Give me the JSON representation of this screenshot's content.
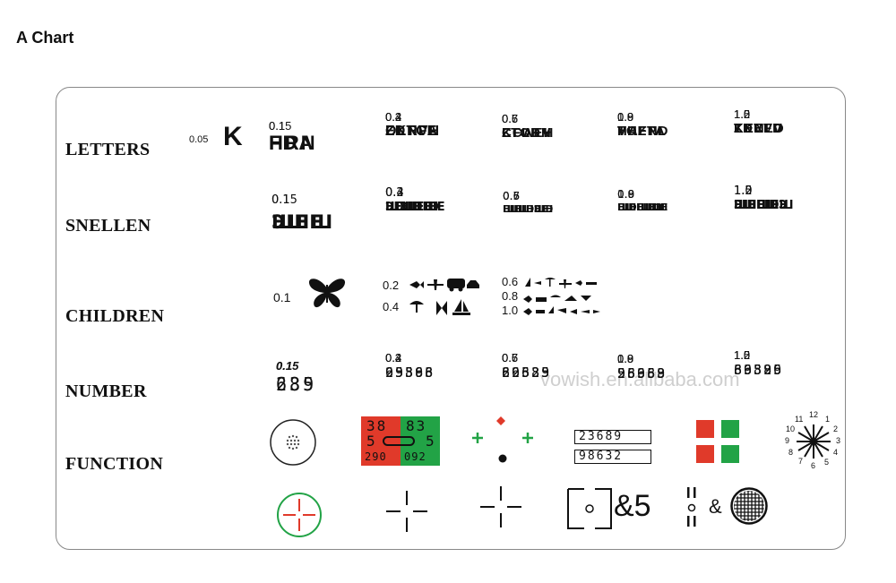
{
  "page_heading": "A Chart",
  "rows": {
    "letters": "LETTERS",
    "snellen": "SNELLEN",
    "children": "CHILDREN",
    "number": "NUMBER",
    "function": "FUNCTION"
  },
  "letters": {
    "k_acuity": "0.05",
    "k_optotype": "K",
    "groups": [
      {
        "lines": [
          {
            "acuity": "0.1",
            "optotypes": "HRN"
          },
          {
            "acuity": "0.15",
            "optotypes": "FDA"
          }
        ]
      },
      {
        "lines": [
          {
            "acuity": "0.2",
            "optotypes": "ZDTCE"
          },
          {
            "acuity": "0.3",
            "optotypes": "EKNVH"
          },
          {
            "acuity": "0.4",
            "optotypes": "OLRFA"
          }
        ]
      },
      {
        "lines": [
          {
            "acuity": "0.5",
            "optotypes": "KCAEH"
          },
          {
            "acuity": "0.6",
            "optotypes": "ZTOKV"
          },
          {
            "acuity": "0.7",
            "optotypes": "CFLDN"
          }
        ]
      },
      {
        "lines": [
          {
            "acuity": "0.8",
            "optotypes": "TOEPL"
          },
          {
            "acuity": "0.9",
            "optotypes": "VHZTA"
          },
          {
            "acuity": "1.0",
            "optotypes": "HAFND"
          }
        ]
      },
      {
        "lines": [
          {
            "acuity": "1.0",
            "optotypes": "KENLV"
          },
          {
            "acuity": "1.2",
            "optotypes": "TDEVO"
          },
          {
            "acuity": "1.5",
            "optotypes": "ZKVFD"
          }
        ]
      }
    ]
  },
  "snellen": {
    "groups": [
      {
        "lines": [
          {
            "acuity": "0.1",
            "optotypes": "ШЕШ"
          },
          {
            "acuity": "0.15",
            "optotypes": "ЭШЕ"
          }
        ]
      },
      {
        "lines": [
          {
            "acuity": "0.2",
            "optotypes": "ШЭШШЕ"
          },
          {
            "acuity": "0.3",
            "optotypes": "ЭЕШЕШ"
          },
          {
            "acuity": "0.4",
            "optotypes": "ШШЭЕЭ"
          }
        ]
      },
      {
        "lines": [
          {
            "acuity": "0.5",
            "optotypes": "ЕШШШЭ"
          },
          {
            "acuity": "0.6",
            "optotypes": "ШЕШЭЕ"
          },
          {
            "acuity": "0.7",
            "optotypes": "ШШЭЕШ"
          }
        ]
      },
      {
        "lines": [
          {
            "acuity": "0.8",
            "optotypes": "ШЭШШЕ"
          },
          {
            "acuity": "0.9",
            "optotypes": "ЕШЕШЭ"
          },
          {
            "acuity": "1.0",
            "optotypes": "ШЕШЭШ"
          }
        ]
      },
      {
        "lines": [
          {
            "acuity": "1.0",
            "optotypes": "ЭШШЕШ"
          },
          {
            "acuity": "1.2",
            "optotypes": "ЕШЕШЭ"
          },
          {
            "acuity": "1.5",
            "optotypes": "ШЕШЭЭ"
          }
        ]
      }
    ]
  },
  "children": {
    "groups": [
      {
        "lines": [
          {
            "acuity": "0.1"
          }
        ]
      },
      {
        "lines": [
          {
            "acuity": "0.2"
          },
          {
            "acuity": "0.4"
          }
        ]
      },
      {
        "lines": [
          {
            "acuity": "0.6"
          },
          {
            "acuity": "0.8"
          },
          {
            "acuity": "1.0"
          }
        ]
      }
    ],
    "watermark": "vowish.en.alibaba.com"
  },
  "number": {
    "groups": [
      {
        "lines": [
          {
            "acuity": "0.1",
            "optotypes": "235"
          },
          {
            "acuity": "0.15",
            "optotypes": "689"
          }
        ]
      },
      {
        "lines": [
          {
            "acuity": "0.2",
            "optotypes": "65893"
          },
          {
            "acuity": "0.3",
            "optotypes": "29386"
          },
          {
            "acuity": "0.4",
            "optotypes": "93568"
          }
        ]
      },
      {
        "lines": [
          {
            "acuity": "0.5",
            "optotypes": "82635"
          },
          {
            "acuity": "0.6",
            "optotypes": "26389"
          },
          {
            "acuity": "0.7",
            "optotypes": "69523"
          }
        ]
      },
      {
        "lines": [
          {
            "acuity": "0.8",
            "optotypes": "98653"
          },
          {
            "acuity": "0.9",
            "optotypes": "25968"
          },
          {
            "acuity": "1.0",
            "optotypes": "56389"
          }
        ]
      },
      {
        "lines": [
          {
            "acuity": "1.0",
            "optotypes": "63589"
          },
          {
            "acuity": "1.2",
            "optotypes": "86395"
          },
          {
            "acuity": "1.5",
            "optotypes": "39826"
          }
        ]
      }
    ]
  },
  "function": {
    "red_green": {
      "top_left": "38",
      "top_right": "83",
      "mid_left": "5",
      "mid_right": "5",
      "bottom_left": "290",
      "bottom_right": "092",
      "red": "#e03a2a",
      "green": "#22a346"
    },
    "crowding": {
      "line1": "23689",
      "line2": "98632"
    },
    "worth_four_dot": {
      "red": "#e03a2a",
      "green": "#22a346"
    },
    "astigmatism_dial": [
      "12",
      "1",
      "2",
      "3",
      "4",
      "5",
      "6",
      "7",
      "8",
      "9",
      "10",
      "11"
    ],
    "amp_5": "&5",
    "amp": "&"
  }
}
